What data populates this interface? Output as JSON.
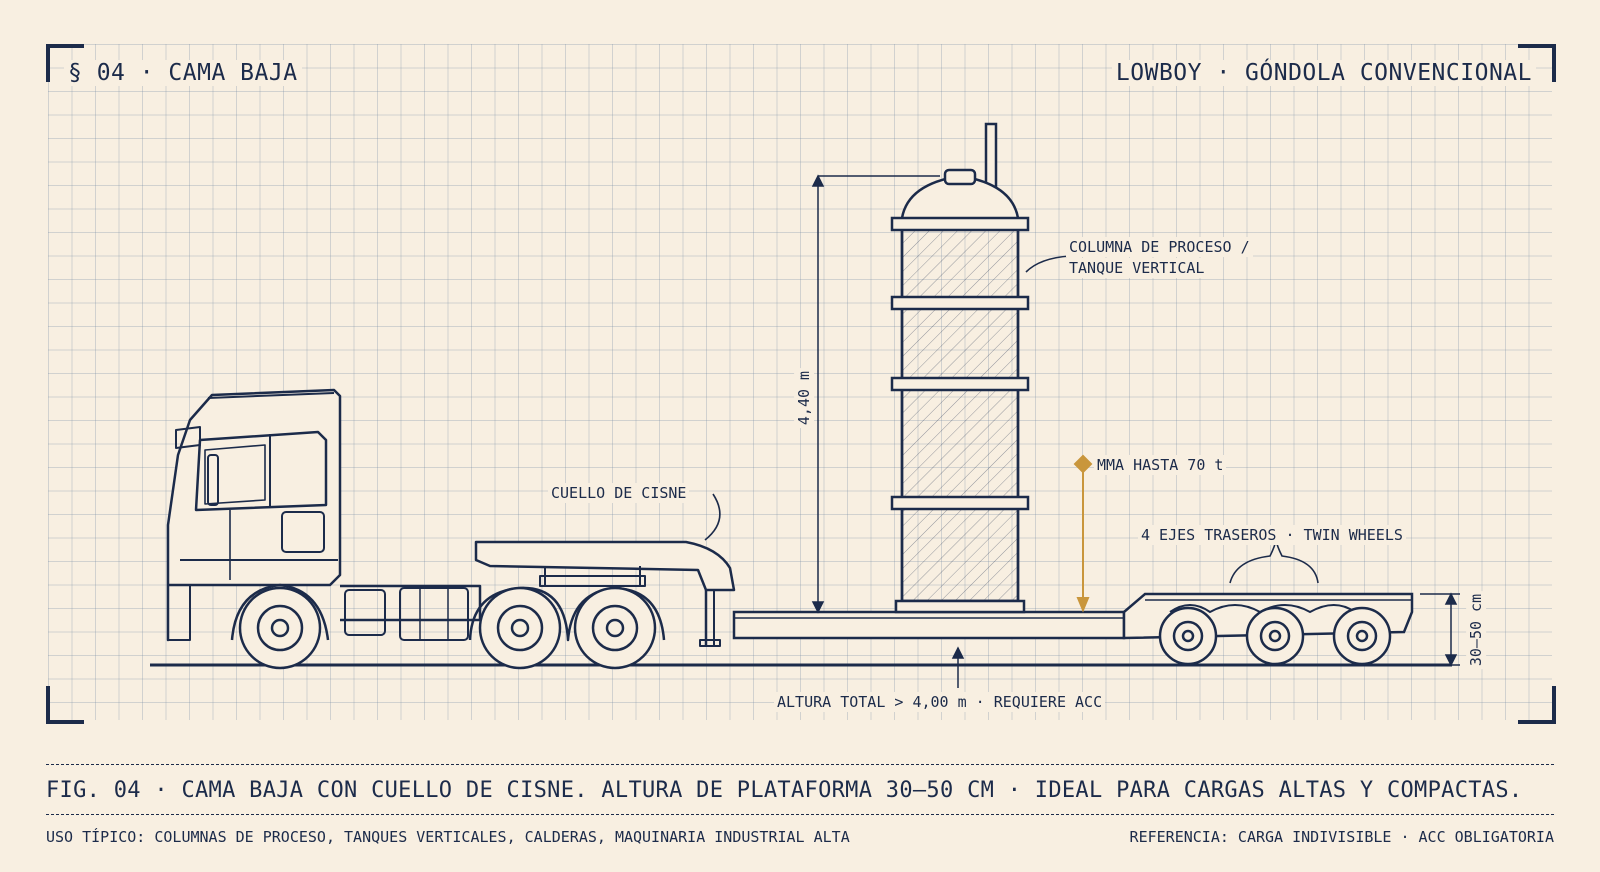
{
  "header": {
    "section": "§ 04 · CAMA BAJA",
    "type": "LOWBOY · GÓNDOLA CONVENCIONAL"
  },
  "labels": {
    "column_line1": "COLUMNA DE PROCESO /",
    "column_line2": "TANQUE VERTICAL",
    "load_height": "4,40 m",
    "gooseneck": "CUELLO DE CISNE",
    "mma": "MMA HASTA 70 t",
    "axles": "4 EJES TRASEROS · TWIN WHEELS",
    "deck_height": "30–50 cm",
    "total_height": "ALTURA TOTAL > 4,00 m · REQUIERE ACC"
  },
  "caption": {
    "figure": "FIG. 04 · CAMA BAJA CON CUELLO DE CISNE. ALTURA DE PLATAFORMA 30–50 CM · IDEAL PARA CARGAS ALTAS Y COMPACTAS."
  },
  "footer": {
    "usage": "USO TÍPICO: COLUMNAS DE PROCESO, TANQUES VERTICALES, CALDERAS, MAQUINARIA INDUSTRIAL ALTA",
    "reference": "REFERENCIA: CARGA INDIVISIBLE · ACC OBLIGATORIA"
  },
  "colors": {
    "ink": "#1c2b4a",
    "paper": "#f8efe1",
    "accent": "#c9963c"
  }
}
